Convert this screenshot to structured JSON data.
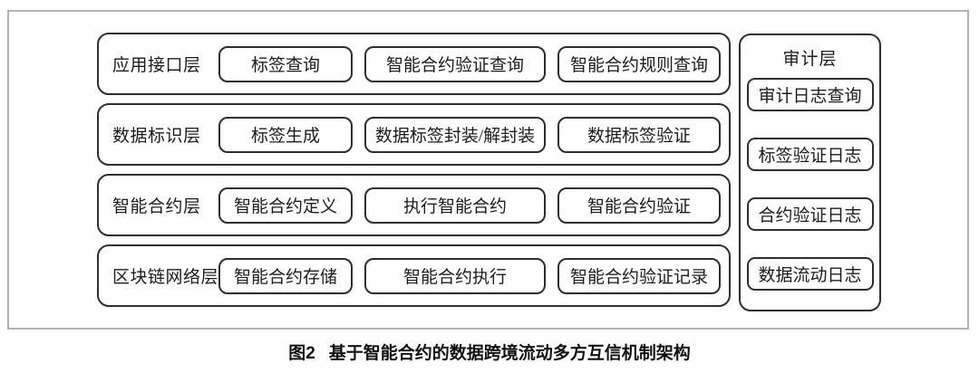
{
  "figure": {
    "caption_number": "图2",
    "caption_text": "基于智能合约的数据跨境流动多方互信机制架构"
  },
  "layers": [
    {
      "label": "应用接口层",
      "boxes": [
        "标签查询",
        "智能合约验证查询",
        "智能合约规则查询"
      ]
    },
    {
      "label": "数据标识层",
      "boxes": [
        "标签生成",
        "数据标签封装/解封装",
        "数据标签验证"
      ]
    },
    {
      "label": "智能合约层",
      "boxes": [
        "智能合约定义",
        "执行智能合约",
        "智能合约验证"
      ]
    },
    {
      "label": "区块链网络层",
      "boxes": [
        "智能合约存储",
        "智能合约执行",
        "智能合约验证记录"
      ]
    }
  ],
  "audit": {
    "title": "审计层",
    "boxes": [
      "审计日志查询",
      "标签验证日志",
      "合约验证日志",
      "数据流动日志"
    ]
  },
  "colors": {
    "border_dark": "#2e2e2e",
    "border_frame": "#b3b3b3",
    "text": "#1c1c1c",
    "background": "#ffffff"
  }
}
